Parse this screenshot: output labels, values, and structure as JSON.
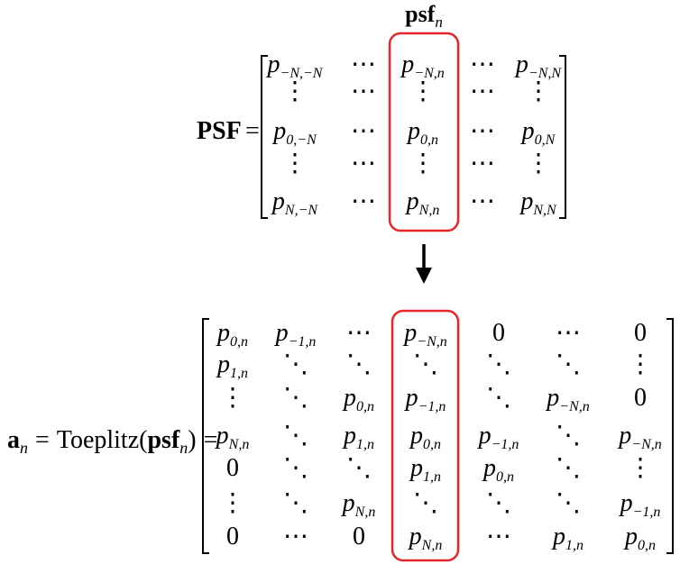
{
  "colors": {
    "ink": "#000000",
    "highlight": "#e8262a",
    "background": "#ffffff"
  },
  "icons": {
    "arrow": "down-arrow-icon"
  },
  "psf_label": {
    "base": "psf",
    "sub": "n"
  },
  "eq1": {
    "lhs": "PSF",
    "equals": "="
  },
  "psf_matrix": [
    [
      {
        "b": "p",
        "s": "−N,−N"
      },
      {
        "t": "⋯"
      },
      {
        "b": "p",
        "s": "−N,n"
      },
      {
        "t": "⋯"
      },
      {
        "b": "p",
        "s": "−N,N"
      }
    ],
    [
      {
        "t": "⋮"
      },
      {
        "t": "⋯"
      },
      {
        "t": "⋮"
      },
      {
        "t": "⋯"
      },
      {
        "t": "⋮"
      }
    ],
    [
      {
        "b": "p",
        "s": "0,−N"
      },
      {
        "t": "⋯"
      },
      {
        "b": "p",
        "s": "0,n"
      },
      {
        "t": "⋯"
      },
      {
        "b": "p",
        "s": "0,N"
      }
    ],
    [
      {
        "t": "⋮"
      },
      {
        "t": "⋯"
      },
      {
        "t": "⋮"
      },
      {
        "t": "⋯"
      },
      {
        "t": "⋮"
      }
    ],
    [
      {
        "b": "p",
        "s": "N,−N"
      },
      {
        "t": "⋯"
      },
      {
        "b": "p",
        "s": "N,n"
      },
      {
        "t": "⋯"
      },
      {
        "b": "p",
        "s": "N,N"
      }
    ]
  ],
  "eq2": {
    "lhs_base": "a",
    "lhs_sub": "n",
    "equals": "=",
    "func": "Toeplitz(",
    "arg_base": "psf",
    "arg_sub": "n",
    "close": ")",
    "equals2": "="
  },
  "toeplitz_matrix": [
    [
      {
        "b": "p",
        "s": "0,n"
      },
      {
        "b": "p",
        "s": "−1,n"
      },
      {
        "t": "⋯"
      },
      {
        "b": "p",
        "s": "−N,n"
      },
      {
        "t": "0"
      },
      {
        "t": "⋯"
      },
      {
        "t": "0"
      }
    ],
    [
      {
        "b": "p",
        "s": "1,n"
      },
      {
        "t": "⋱"
      },
      {
        "t": "⋱"
      },
      {
        "t": "⋱"
      },
      {
        "t": "⋱"
      },
      {
        "t": "⋱"
      },
      {
        "t": "⋮"
      }
    ],
    [
      {
        "t": "⋮"
      },
      {
        "t": "⋱"
      },
      {
        "b": "p",
        "s": "0,n"
      },
      {
        "b": "p",
        "s": "−1,n"
      },
      {
        "t": "⋱"
      },
      {
        "b": "p",
        "s": "−N,n"
      },
      {
        "t": "0"
      }
    ],
    [
      {
        "b": "p",
        "s": "N,n"
      },
      {
        "t": "⋱"
      },
      {
        "b": "p",
        "s": "1,n"
      },
      {
        "b": "p",
        "s": "0,n"
      },
      {
        "b": "p",
        "s": "−1,n"
      },
      {
        "t": "⋱"
      },
      {
        "b": "p",
        "s": "−N,n"
      }
    ],
    [
      {
        "t": "0"
      },
      {
        "t": "⋱"
      },
      {
        "t": "⋱"
      },
      {
        "b": "p",
        "s": "1,n"
      },
      {
        "b": "p",
        "s": "0,n"
      },
      {
        "t": "⋱"
      },
      {
        "t": "⋮"
      }
    ],
    [
      {
        "t": "⋮"
      },
      {
        "t": "⋱"
      },
      {
        "b": "p",
        "s": "N,n"
      },
      {
        "t": "⋱"
      },
      {
        "t": "⋱"
      },
      {
        "t": "⋱"
      },
      {
        "b": "p",
        "s": "−1,n"
      }
    ],
    [
      {
        "t": "0"
      },
      {
        "t": "⋯"
      },
      {
        "t": "0"
      },
      {
        "b": "p",
        "s": "N,n"
      },
      {
        "t": "⋯"
      },
      {
        "b": "p",
        "s": "1,n"
      },
      {
        "b": "p",
        "s": "0,n"
      }
    ]
  ]
}
